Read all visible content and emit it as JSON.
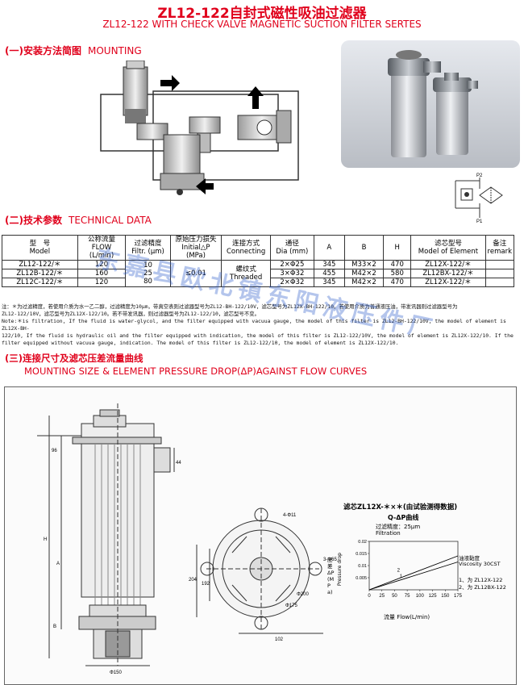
{
  "title": "ZL12-122自封式磁性吸油过滤器",
  "subtitle": "ZL12-122 WITH CHECK VALVE MAGNETIC SUCTION FILTER SERTES",
  "sections": {
    "mounting_cn": "(一)安装方法简图",
    "mounting_en": "MOUNTING",
    "tech_cn": "(二)技术参数",
    "tech_en": "TECHNICAL DATA",
    "curves_cn": "(三)连接尺寸及滤芯压差流量曲线",
    "curves_en": "MOUNTING SIZE & ELEMENT PRESSURE DROP(ΔP)AGAINST FLOW CURVES"
  },
  "table": {
    "headers": [
      {
        "cn": "型　号",
        "en": "Model"
      },
      {
        "cn": "公称流量",
        "en": "FLOW (L/min)"
      },
      {
        "cn": "过滤精度",
        "en": "Filtr. (μm)"
      },
      {
        "cn": "原始压力损失",
        "en": "Initial△P (MPa)"
      },
      {
        "cn": "连接方式",
        "en": "Connecting"
      },
      {
        "cn": "通径",
        "en": "Dia (mm)"
      },
      {
        "cn": "",
        "en": "A"
      },
      {
        "cn": "",
        "en": "B"
      },
      {
        "cn": "",
        "en": "H"
      },
      {
        "cn": "滤芯型号",
        "en": "Model of Element"
      },
      {
        "cn": "备注",
        "en": "remark"
      }
    ],
    "rows": [
      {
        "model": "ZL12-122/＊",
        "flow": "120",
        "dia": "2×Φ25",
        "a": "345",
        "b": "M33×2",
        "h": "470",
        "element": "ZL12X-122/＊"
      },
      {
        "model": "ZL12B-122/＊",
        "flow": "160",
        "dia": "3×Φ32",
        "a": "455",
        "b": "M42×2",
        "h": "580",
        "element": "ZL12BX-122/＊"
      },
      {
        "model": "ZL12C-122/＊",
        "flow": "120",
        "dia": "2×Φ32",
        "a": "345",
        "b": "M42×2",
        "h": "470",
        "element": "ZL12X-122/＊"
      }
    ],
    "filtr_values": [
      "10",
      "25",
      "80"
    ],
    "initial_dp": "≤0.01",
    "connecting_cn": "螺纹式",
    "connecting_en": "Threaded"
  },
  "notes": [
    "注：＊为过滤精度，若使用介质为水一乙二醇，过滤精度为10μm，带真空表则过滤器型号为ZL12-BH-122/10V，滤芯型号为ZL12X-BH-122/10。若使用介质为普通液压油，带发讯器则过滤器型号为",
    "ZL12-122/10V，滤芯型号为ZL12X-122/10。若不带发讯器，则过滤器型号为ZL12-122/10，滤芯型号不变。",
    "Note:＊is filtration, If the fluid is water-glycol, and the filter equipped with vacuua gauge, the model of this filter is ZL12-BH-122/10V, the model of element is ZL12X-BH-",
    "122/10,  If the fluid is hydraulic oil and the filter equipped with indication, the model of this filter is ZL12-122/10V, the model of element is ZL12X-122/10. If the",
    "filter equipped without vacuua gauge, indication. The model of this filter is ZL12-122/10, the model of element is ZL12X-122/10."
  ],
  "curve": {
    "title_cn": "滤芯ZL12X-＊×＊(由试验测得数据)",
    "subtitle": "Q-ΔP曲线",
    "filtr_cn": "过滤精度：25μm",
    "filtr_en": "Filtration",
    "y_cn": "压差ΔP(MPa)",
    "y_en": "Pressure drop",
    "x_label": "流量 Flow(L/min)",
    "x_ticks": [
      "0",
      "25",
      "50",
      "75",
      "100",
      "125",
      "150",
      "175"
    ],
    "y_ticks": [
      "0.005",
      "0.01",
      "0.015",
      "0.02"
    ],
    "viscosity_cn": "油液黏度",
    "viscosity_en": "Viscosity 30CST",
    "legend1": "1、为 ZL12X-122",
    "legend2": "2、为 ZL12BX-122",
    "line1_label": "1",
    "line2_label": "2",
    "line1_dp_at_175": 0.0115,
    "line2_dp_at_175": 0.014
  },
  "dims": {
    "d4_11": "4-Φ11",
    "d3_65": "3-Φ65",
    "d200": "Φ200",
    "d175": "Φ175",
    "d150": "Φ150",
    "d204": "204",
    "d192": "192",
    "d102": "102",
    "d96": "96",
    "d44": "44",
    "H": "H",
    "A": "A",
    "B": "B"
  },
  "diagram_labels": {
    "p1": "P1",
    "p2": "P2"
  },
  "watermark": "东嘉县欧北镇东阳液压件厂",
  "colors": {
    "accent": "#e0001b",
    "watermark": "#285ac8"
  }
}
